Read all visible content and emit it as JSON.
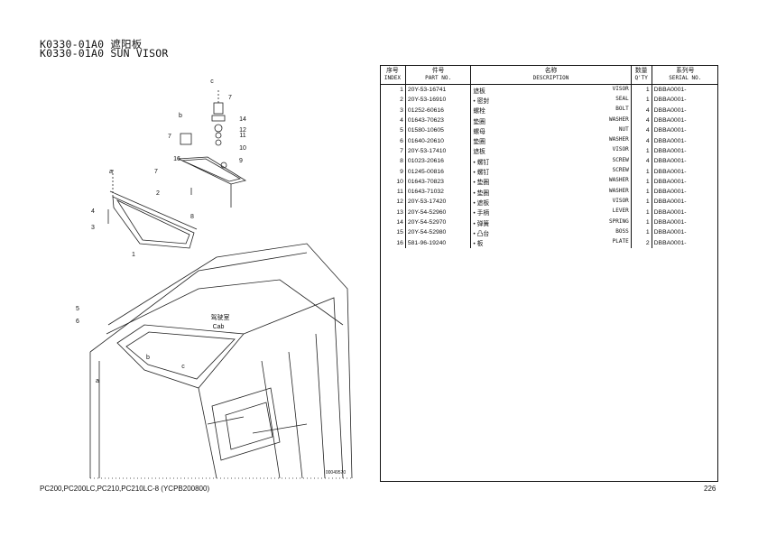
{
  "header": {
    "title_cn": "K0330-01A0 遮阳板",
    "title_en": "K0330-01A0 SUN VISOR"
  },
  "table": {
    "columns": [
      {
        "cn": "序号",
        "en": "INDEX"
      },
      {
        "cn": "件号",
        "en": "PART NO."
      },
      {
        "cn": "名称",
        "en": "DESCRIPTION"
      },
      {
        "cn": "数量",
        "en": "Q'TY"
      },
      {
        "cn": "系列号",
        "en": "SERIAL NO."
      }
    ],
    "rows": [
      {
        "index": "1",
        "part_no": "20Y-53-16741",
        "desc_cn": "遮板",
        "desc_en": "VISOR",
        "qty": "1",
        "serial": "DBBA0001-"
      },
      {
        "index": "2",
        "part_no": "20Y-53-16910",
        "desc_cn": "• 密封",
        "desc_en": "SEAL",
        "qty": "1",
        "serial": "DBBA0001-"
      },
      {
        "index": "3",
        "part_no": "01252-60616",
        "desc_cn": "螺栓",
        "desc_en": "BOLT",
        "qty": "4",
        "serial": "DBBA0001-"
      },
      {
        "index": "4",
        "part_no": "01643-70623",
        "desc_cn": "垫圈",
        "desc_en": "WASHER",
        "qty": "4",
        "serial": "DBBA0001-"
      },
      {
        "index": "5",
        "part_no": "01580-10605",
        "desc_cn": "螺母",
        "desc_en": "NUT",
        "qty": "4",
        "serial": "DBBA0001-"
      },
      {
        "index": "6",
        "part_no": "01640-20610",
        "desc_cn": "垫圈",
        "desc_en": "WASHER",
        "qty": "4",
        "serial": "DBBA0001-"
      },
      {
        "index": "7",
        "part_no": "20Y-53-17410",
        "desc_cn": "遮板",
        "desc_en": "VISOR",
        "qty": "1",
        "serial": "DBBA0001-"
      },
      {
        "index": "8",
        "part_no": "01023-20616",
        "desc_cn": "• 螺钉",
        "desc_en": "SCREW",
        "qty": "4",
        "serial": "DBBA0001-"
      },
      {
        "index": "9",
        "part_no": "01245-00816",
        "desc_cn": "• 螺钉",
        "desc_en": "SCREW",
        "qty": "1",
        "serial": "DBBA0001-"
      },
      {
        "index": "10",
        "part_no": "01643-70823",
        "desc_cn": "• 垫圈",
        "desc_en": "WASHER",
        "qty": "1",
        "serial": "DBBA0001-"
      },
      {
        "index": "11",
        "part_no": "01643-71032",
        "desc_cn": "• 垫圈",
        "desc_en": "WASHER",
        "qty": "1",
        "serial": "DBBA0001-"
      },
      {
        "index": "12",
        "part_no": "20Y-53-17420",
        "desc_cn": "• 遮板",
        "desc_en": "VISOR",
        "qty": "1",
        "serial": "DBBA0001-"
      },
      {
        "index": "13",
        "part_no": "20Y-54-52960",
        "desc_cn": "• 手柄",
        "desc_en": "LEVER",
        "qty": "1",
        "serial": "DBBA0001-"
      },
      {
        "index": "14",
        "part_no": "20Y-54-52970",
        "desc_cn": "• 弹簧",
        "desc_en": "SPRING",
        "qty": "1",
        "serial": "DBBA0001-"
      },
      {
        "index": "15",
        "part_no": "20Y-54-52980",
        "desc_cn": "• 凸台",
        "desc_en": "BOSS",
        "qty": "1",
        "serial": "DBBA0001-"
      },
      {
        "index": "16",
        "part_no": "581-96-19240",
        "desc_cn": "• 板",
        "desc_en": "PLATE",
        "qty": "2",
        "serial": "DBBA0001-"
      }
    ]
  },
  "diagram": {
    "callouts": [
      "c",
      "7",
      "b",
      "14",
      "7",
      "12",
      "11",
      "10",
      "16",
      "9",
      "7",
      "a",
      "2",
      "8",
      "4",
      "3",
      "1",
      "5",
      "6",
      "b",
      "a",
      "c"
    ],
    "cab_label_cn": "驾驶室",
    "cab_label_en": "Cab",
    "drawing_no": "00049570"
  },
  "footer": {
    "models": "PC200,PC200LC,PC210,PC210LC-8 (YCPB200800)",
    "page": "226"
  },
  "colors": {
    "ink": "#111111",
    "paper": "#ffffff"
  }
}
